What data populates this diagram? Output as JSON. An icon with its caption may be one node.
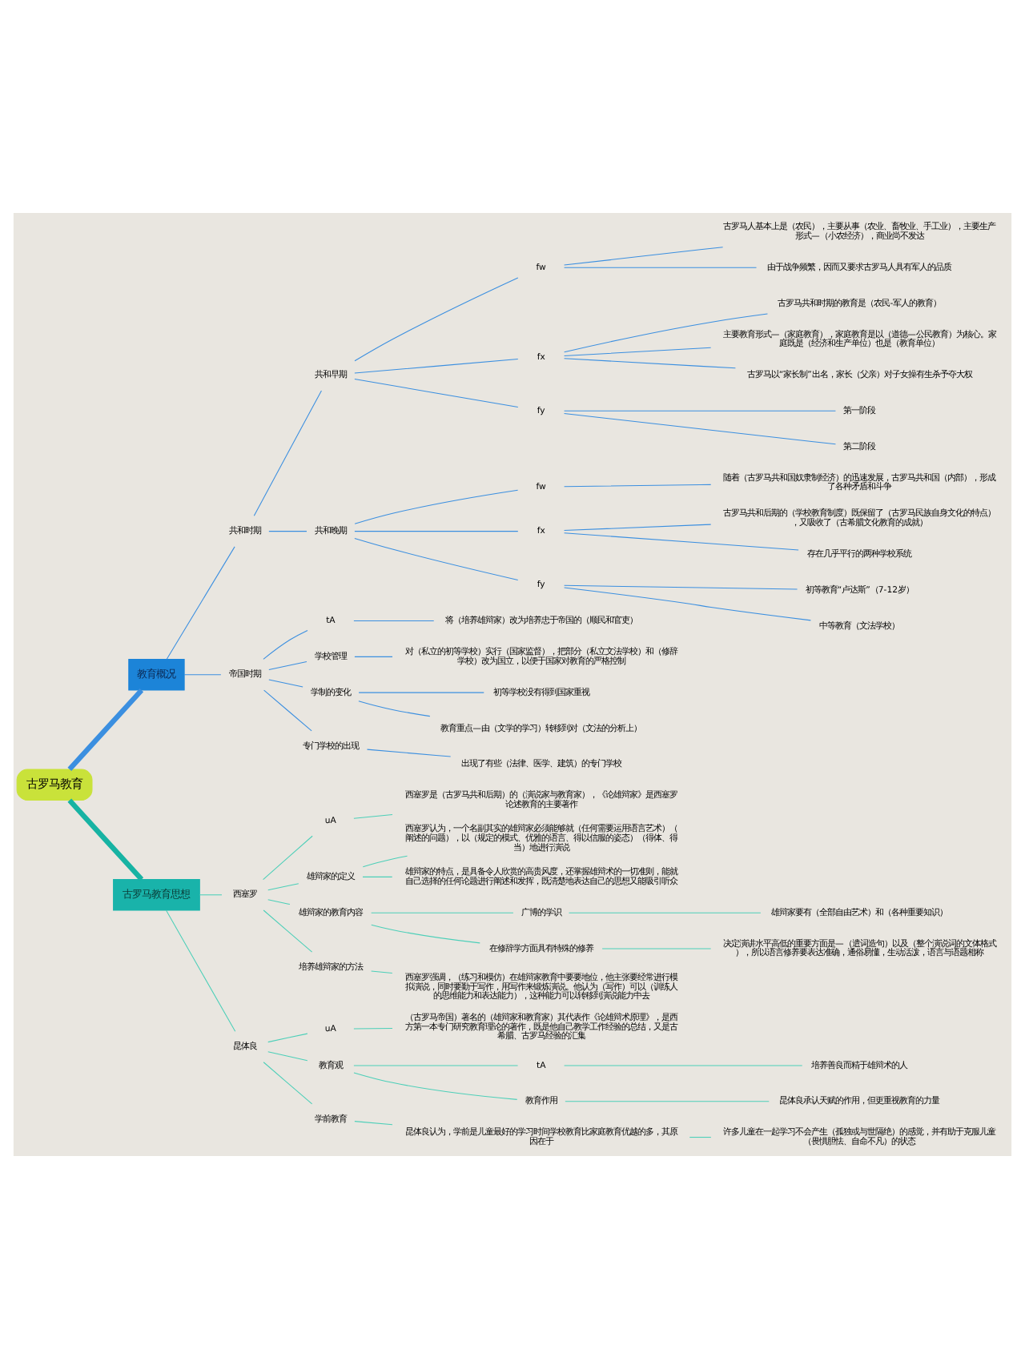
{
  "diagram": {
    "nodes": [
      {
        "text": [
          "古罗马教育"
        ]
      },
      {
        "text": [
          "教育概况"
        ]
      },
      {
        "text": [
          "共和时期"
        ]
      },
      {
        "text": [
          "共和早期"
        ]
      },
      {
        "text": [
          "fw"
        ]
      },
      {
        "text": [
          "古罗马人基本上是（农民），主要从事（农业、畜牧业、手工业），主要生产形式—（小农经济），商业尚不发达"
        ]
      },
      {
        "text": [
          "由于战争频繁，因而又要求古罗马人具有军人的品质"
        ]
      },
      {
        "text": [
          "fx"
        ]
      },
      {
        "text": [
          "古罗马共和时期的教育是（农民-军人的教育）"
        ]
      },
      {
        "text": [
          "主要教育形式—（家庭教育），家庭教育是以（道德—公民教育）为核心。家庭既是（经济和生产单位）也是（教育单位）"
        ]
      },
      {
        "text": [
          "古罗马以“家长制”出名，家长（父亲）对子女操有生杀予夺大权"
        ]
      },
      {
        "text": [
          "fy"
        ]
      },
      {
        "text": [
          "第一阶段"
        ]
      },
      {
        "text": [
          "第二阶段"
        ]
      },
      {
        "text": [
          "共和晚期"
        ]
      },
      {
        "text": [
          "fw"
        ]
      },
      {
        "text": [
          "随着（古罗马共和国奴隶制经济）的迅速发展，古罗马共和国（内部），形成了各种矛盾和斗争"
        ]
      },
      {
        "text": [
          "fx"
        ]
      },
      {
        "text": [
          "古罗马共和后期的（学校教育制度）既保留了（古罗马民族自身文化的特点），又吸收了（古希腊文化教育的成就）"
        ]
      },
      {
        "text": [
          "存在几乎平行的两种学校系统"
        ]
      },
      {
        "text": [
          "fy"
        ]
      },
      {
        "text": [
          "初等教育“卢达斯”（7-12岁）"
        ]
      },
      {
        "text": [
          "中等教育（文法学校）"
        ]
      },
      {
        "text": [
          "帝国时期"
        ]
      },
      {
        "text": [
          "tA"
        ]
      },
      {
        "text": [
          "将（培养雄辩家）改为培养忠于帝国的（顺民和官吏）"
        ]
      },
      {
        "text": [
          "学校管理"
        ]
      },
      {
        "text": [
          "对（私立的初等学校）实行（国家监督），把部分（私立文法学校）和（修辞学校）改为国立，以便于国家对教育的严格控制"
        ]
      },
      {
        "text": [
          "学制的变化"
        ]
      },
      {
        "text": [
          "初等学校没有得到国家重视"
        ]
      },
      {
        "text": [
          "教育重点—由（文学的学习）转移到对（文法的分析上）"
        ]
      },
      {
        "text": [
          "专门学校的出现"
        ]
      },
      {
        "text": [
          "出现了有些（法律、医学、建筑）的专门学校"
        ]
      },
      {
        "text": [
          "古罗马教育思想"
        ]
      },
      {
        "text": [
          "西塞罗"
        ]
      },
      {
        "text": [
          "uA"
        ]
      },
      {
        "text": [
          "西塞罗是（古罗马共和后期）的（演说家与教育家），《论雄辩家》是西塞罗论述教育的主要著作"
        ]
      },
      {
        "text": [
          "雄辩家的定义"
        ]
      },
      {
        "text": [
          "西塞罗认为，一个名副其实的雄辩家必须能够就（任何需要运用语言艺术）（阐述的问题），以（规定的模式、优雅的语言、得以信服的姿态）（得体、得当）地进行演说"
        ]
      },
      {
        "text": [
          "雄辩家的特点，是具备令人欣赏的高贵风度，还掌握雄辩术的一切准则，能就自己选择的任何论题进行阐述和发挥，既清楚地表达自己的思想又能吸引听众"
        ]
      },
      {
        "text": [
          "雄辩家的教育内容"
        ]
      },
      {
        "text": [
          "广博的学识"
        ]
      },
      {
        "text": [
          "雄辩家要有（全部自由艺术）和（各种重要知识）"
        ]
      },
      {
        "text": [
          "在修辞学方面具有特殊的修养"
        ]
      },
      {
        "text": [
          "决定演讲水平高低的重要方面是—（遣词造句）以及（整个演说词的文体格式），所以语言修养要表达准确，通俗易懂，生动活泼，语言与语题相称"
        ]
      },
      {
        "text": [
          "培养雄辩家的方法"
        ]
      },
      {
        "text": [
          "西塞罗强调，（练习和模仿）在雄辩家教育中要要地位，他主张要经常进行模拟演说，同时要勤于写作，用写作来锻炼演说。他认为（写作）可以（训练人的思维能力和表达能力），这种能力可以转移到演说能力中去"
        ]
      },
      {
        "text": [
          "昆体良"
        ]
      },
      {
        "text": [
          "uA"
        ]
      },
      {
        "text": [
          "（古罗马帝国）著名的（雄辩家和教育家）其代表作《论雄辩术原理》，是西方第一本专门研究教育理论的著作，既是他自己教学工作经验的总结，又是古希腊、古罗马经验的汇集"
        ]
      },
      {
        "text": [
          "教育观"
        ]
      },
      {
        "text": [
          "tA"
        ]
      },
      {
        "text": [
          "培养善良而精于雄辩术的人"
        ]
      },
      {
        "text": [
          "教育作用"
        ]
      },
      {
        "text": [
          "昆体良承认天赋的作用，但更重视教育的力量"
        ]
      },
      {
        "text": [
          "学前教育"
        ]
      },
      {
        "text": [
          "昆体良认为，学前是儿童最好的学习时间学校教育比家庭教育优越的多，其原因在于"
        ]
      },
      {
        "text": [
          "许多儿童在一起学习不会产生（孤独或与世隔绝）的感觉，并有助于克服儿童（畏惧胆怯、自命不凡）的状态"
        ]
      }
    ],
    "edges": [
      {
        "from": 0,
        "to": 1,
        "arrow": "none",
        "style": "thick"
      },
      {
        "from": 1,
        "to": 2,
        "arrow": "none"
      },
      {
        "from": 2,
        "to": 3,
        "arrow": "none"
      },
      {
        "from": 3,
        "to": 4,
        "arrow": "none"
      },
      {
        "from": 4,
        "to": 5,
        "arrow": "none"
      },
      {
        "from": 4,
        "to": 6,
        "arrow": "none"
      },
      {
        "from": 3,
        "to": 7,
        "arrow": "none"
      },
      {
        "from": 7,
        "to": 8,
        "arrow": "none"
      },
      {
        "from": 7,
        "to": 9,
        "arrow": "none"
      },
      {
        "from": 7,
        "to": 10,
        "arrow": "none"
      },
      {
        "from": 3,
        "to": 11,
        "arrow": "none"
      },
      {
        "from": 11,
        "to": 12,
        "arrow": "none"
      },
      {
        "from": 11,
        "to": 13,
        "arrow": "none"
      },
      {
        "from": 2,
        "to": 14,
        "arrow": "none"
      },
      {
        "from": 14,
        "to": 15,
        "arrow": "none"
      },
      {
        "from": 15,
        "to": 16,
        "arrow": "none"
      },
      {
        "from": 14,
        "to": 17,
        "arrow": "none"
      },
      {
        "from": 17,
        "to": 18,
        "arrow": "none"
      },
      {
        "from": 17,
        "to": 19,
        "arrow": "none"
      },
      {
        "from": 14,
        "to": 20,
        "arrow": "none"
      },
      {
        "from": 20,
        "to": 21,
        "arrow": "none"
      },
      {
        "from": 20,
        "to": 22,
        "arrow": "none"
      },
      {
        "from": 1,
        "to": 23,
        "arrow": "none"
      },
      {
        "from": 23,
        "to": 24,
        "arrow": "none"
      },
      {
        "from": 24,
        "to": 25,
        "arrow": "none"
      },
      {
        "from": 23,
        "to": 26,
        "arrow": "none"
      },
      {
        "from": 26,
        "to": 27,
        "arrow": "none"
      },
      {
        "from": 23,
        "to": 28,
        "arrow": "none"
      },
      {
        "from": 28,
        "to": 29,
        "arrow": "none"
      },
      {
        "from": 28,
        "to": 30,
        "arrow": "none"
      },
      {
        "from": 23,
        "to": 31,
        "arrow": "none"
      },
      {
        "from": 31,
        "to": 32,
        "arrow": "none"
      },
      {
        "from": 0,
        "to": 33,
        "arrow": "none",
        "style": "thick",
        "color": "#17b3a3"
      },
      {
        "from": 33,
        "to": 34,
        "arrow": "none",
        "color": "#4ccfb8"
      },
      {
        "from": 34,
        "to": 35,
        "arrow": "none",
        "color": "#4ccfb8"
      },
      {
        "from": 35,
        "to": 36,
        "arrow": "none",
        "color": "#4ccfb8"
      },
      {
        "from": 34,
        "to": 37,
        "arrow": "none",
        "color": "#4ccfb8"
      },
      {
        "from": 37,
        "to": 38,
        "arrow": "none",
        "color": "#4ccfb8"
      },
      {
        "from": 37,
        "to": 39,
        "arrow": "none",
        "color": "#4ccfb8"
      },
      {
        "from": 34,
        "to": 40,
        "arrow": "none",
        "color": "#4ccfb8"
      },
      {
        "from": 40,
        "to": 41,
        "arrow": "none",
        "color": "#4ccfb8"
      },
      {
        "from": 41,
        "to": 42,
        "arrow": "none",
        "color": "#4ccfb8"
      },
      {
        "from": 40,
        "to": 43,
        "arrow": "none",
        "color": "#4ccfb8"
      },
      {
        "from": 43,
        "to": 44,
        "arrow": "none",
        "color": "#4ccfb8"
      },
      {
        "from": 34,
        "to": 45,
        "arrow": "none",
        "color": "#4ccfb8"
      },
      {
        "from": 45,
        "to": 46,
        "arrow": "none",
        "color": "#4ccfb8"
      },
      {
        "from": 33,
        "to": 47,
        "arrow": "none",
        "color": "#4ccfb8"
      },
      {
        "from": 47,
        "to": 48,
        "arrow": "none",
        "color": "#4ccfb8"
      },
      {
        "from": 48,
        "to": 49,
        "arrow": "none",
        "color": "#4ccfb8"
      },
      {
        "from": 47,
        "to": 50,
        "arrow": "none",
        "color": "#4ccfb8"
      },
      {
        "from": 50,
        "to": 51,
        "arrow": "none",
        "color": "#4ccfb8"
      },
      {
        "from": 51,
        "to": 52,
        "arrow": "none",
        "color": "#4ccfb8"
      },
      {
        "from": 50,
        "to": 53,
        "arrow": "none",
        "color": "#4ccfb8"
      },
      {
        "from": 53,
        "to": 54,
        "arrow": "none",
        "color": "#4ccfb8"
      },
      {
        "from": 47,
        "to": 55,
        "arrow": "none",
        "color": "#4ccfb8"
      },
      {
        "from": 55,
        "to": 56,
        "arrow": "none",
        "color": "#4ccfb8"
      },
      {
        "from": 56,
        "to": 57,
        "arrow": "none",
        "color": "#4ccfb8"
      }
    ]
  }
}
